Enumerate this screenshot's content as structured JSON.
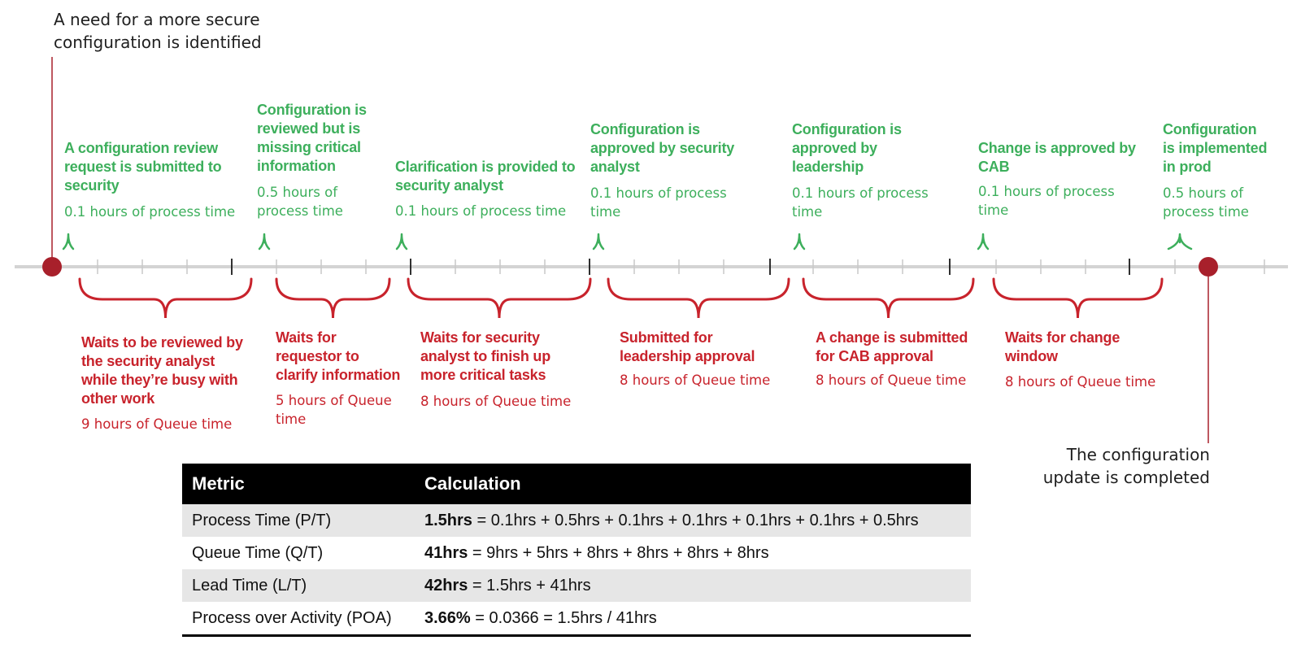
{
  "annotations": {
    "start": [
      "A need for a more secure",
      "configuration is identified"
    ],
    "end": [
      "The configuration",
      "update is completed"
    ]
  },
  "process_steps": [
    {
      "title": [
        "A configuration review",
        "request is submitted to",
        "security"
      ],
      "time": [
        "0.1 hours of process time"
      ]
    },
    {
      "title": [
        "Configuration is",
        "reviewed but is",
        "missing critical",
        "information"
      ],
      "time": [
        "0.5 hours of",
        "process time"
      ]
    },
    {
      "title": [
        "Clarification is provided to",
        "security analyst"
      ],
      "time": [
        "0.1 hours of process time"
      ]
    },
    {
      "title": [
        "Configuration is",
        "approved by security",
        "analyst"
      ],
      "time": [
        "0.1 hours of process",
        "time"
      ]
    },
    {
      "title": [
        "Configuration is",
        "approved by",
        "leadership"
      ],
      "time": [
        "0.1 hours of process",
        "time"
      ]
    },
    {
      "title": [
        "Change is approved by",
        "CAB"
      ],
      "time": [
        "0.1 hours of process",
        "time"
      ]
    },
    {
      "title": [
        "Configuration",
        "is implemented",
        "in prod"
      ],
      "time": [
        "0.5 hours of",
        "process time"
      ]
    }
  ],
  "queue_steps": [
    {
      "title": [
        "Waits to be reviewed by",
        "the security analyst",
        "while they’re busy with",
        "other work"
      ],
      "time": [
        "9 hours of Queue time"
      ]
    },
    {
      "title": [
        "Waits for",
        "requestor to",
        "clarify information"
      ],
      "time": [
        "5 hours of Queue",
        "time"
      ]
    },
    {
      "title": [
        "Waits for security",
        "analyst to finish up",
        "more critical tasks"
      ],
      "time": [
        "8 hours of Queue time"
      ]
    },
    {
      "title": [
        "Submitted for",
        "leadership approval"
      ],
      "time": [
        "8 hours of Queue time"
      ]
    },
    {
      "title": [
        "A change is submitted",
        "for CAB approval"
      ],
      "time": [
        "8 hours of Queue time"
      ]
    },
    {
      "title": [
        "Waits for change",
        "window"
      ],
      "time": [
        "8 hours of Queue time"
      ]
    }
  ],
  "table": {
    "headers": [
      "Metric",
      "Calculation"
    ],
    "rows": [
      {
        "metric": "Process Time (P/T)",
        "bold": "1.5hrs",
        "rest": " = 0.1hrs + 0.5hrs + 0.1hrs + 0.1hrs + 0.1hrs + 0.1hrs + 0.5hrs"
      },
      {
        "metric": "Queue Time (Q/T)",
        "bold": "41hrs",
        "rest": " = 9hrs + 5hrs + 8hrs + 8hrs + 8hrs + 8hrs"
      },
      {
        "metric": "Lead Time (L/T)",
        "bold": "42hrs",
        "rest": " = 1.5hrs + 41hrs"
      },
      {
        "metric": "Process over Activity (POA)",
        "bold": "3.66%",
        "rest": " = 0.0366 = 1.5hrs / 41hrs"
      }
    ]
  },
  "colors": {
    "process": "#3daf5c",
    "queue": "#c8232c",
    "marker": "#a8202b",
    "timeline": "#d4d4d4"
  }
}
